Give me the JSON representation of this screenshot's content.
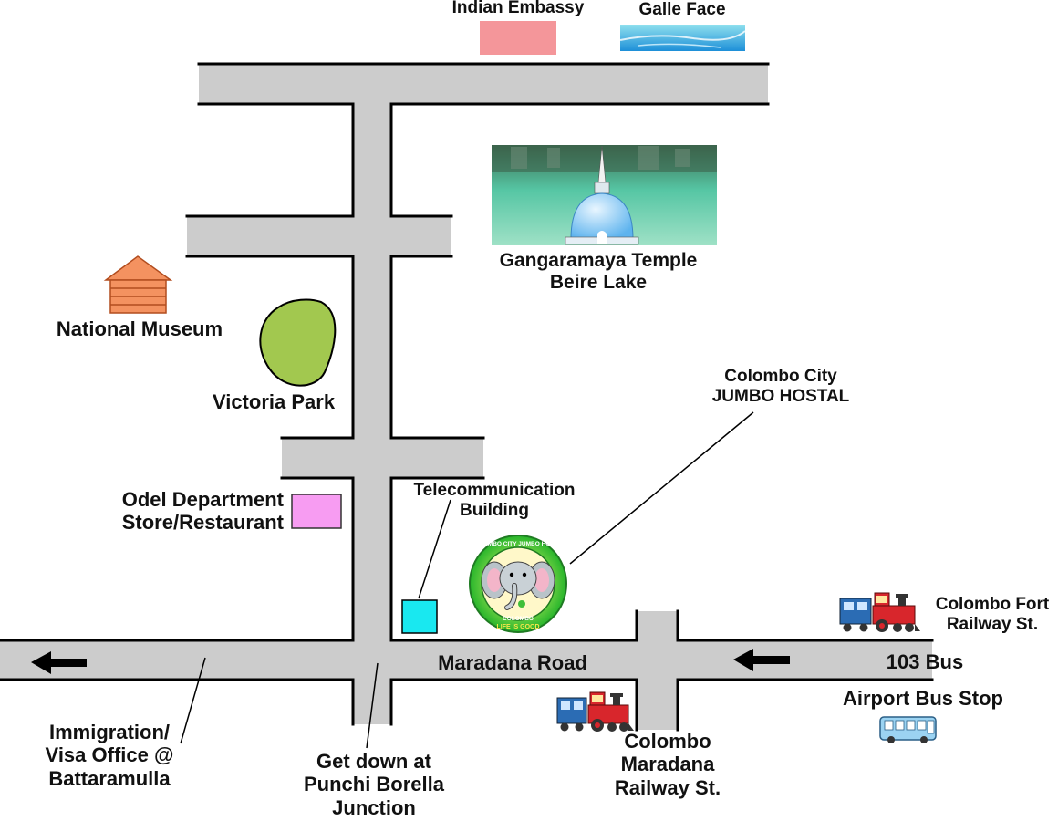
{
  "colors": {
    "road_fill": "#cccccc",
    "road_edge": "#000000",
    "embassy": "#f4969a",
    "odel": "#f79cf2",
    "telecom": "#19e8f0",
    "park": "#a2c84f",
    "museum": "#f49260",
    "hostel_ring": "#34c22f",
    "lake_water": "#4fc9a7",
    "train_red": "#d8262c",
    "train_blue": "#2b6cb4",
    "bus": "#9bd3f2"
  },
  "icons": {
    "museum": "house-icon",
    "park": "park-blob-icon",
    "train": "train-icon",
    "bus": "bus-icon",
    "arrow": "arrow-left-icon",
    "hostel": "elephant-logo-icon",
    "lake": "stupa-lake-photo-icon",
    "sea": "sea-photo-icon"
  },
  "labels": {
    "indian_embassy": "Indian Embassy",
    "galle_face": "Galle Face",
    "temple": [
      "Gangaramaya Temple",
      "Beire Lake"
    ],
    "national_museum": "National Museum",
    "victoria_park": "Victoria Park",
    "hostel": [
      "Colombo City",
      "JUMBO HOSTAL"
    ],
    "odel": [
      "Odel Department",
      "Store/Restaurant"
    ],
    "telecom": [
      "Telecommunication",
      "Building"
    ],
    "maradana_road": "Maradana Road",
    "fort_station": [
      "Colombo Fort",
      "Railway St."
    ],
    "bus_103": "103 Bus",
    "airport_bus": "Airport Bus Stop",
    "immigration": [
      "Immigration/",
      "Visa Office @",
      "Battaramulla"
    ],
    "get_down": [
      "Get down at",
      "Punchi Borella",
      "Junction"
    ],
    "maradana_station": [
      "Colombo",
      "Maradana",
      "Railway St."
    ]
  },
  "logo": {
    "ring_top": "COLOMBO CITY JUMBO HOSTEL",
    "ring_bottom": "COLOMBO",
    "tagline": "LIFE IS GOOD"
  }
}
